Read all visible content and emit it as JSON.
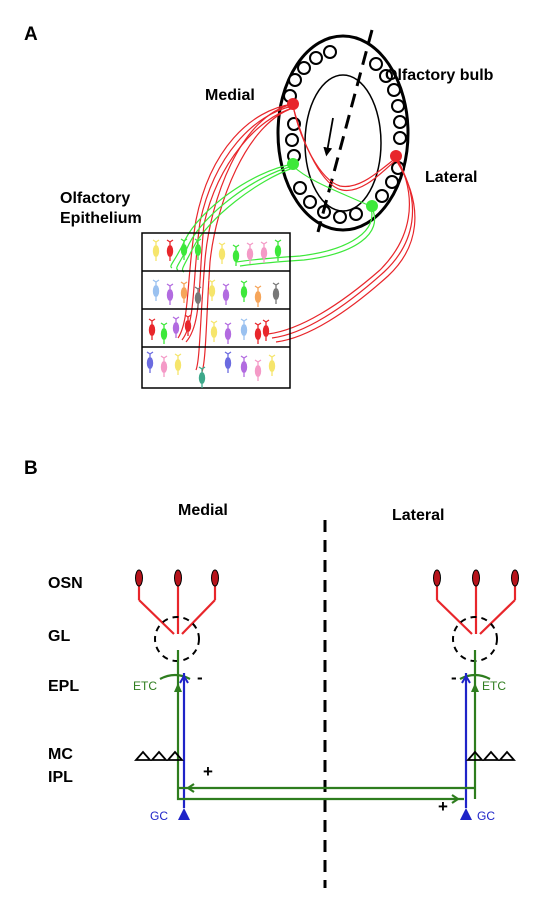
{
  "panelA": {
    "letter": "A",
    "bulb_label": "Olfactory bulb",
    "medial_label": "Medial",
    "lateral_label": "Lateral",
    "epithelium_label_1": "Olfactory",
    "epithelium_label_2": "Epithelium"
  },
  "panelB": {
    "letter": "B",
    "medial_label": "Medial",
    "lateral_label": "Lateral",
    "layers": {
      "osn": "OSN",
      "gl": "GL",
      "epl": "EPL",
      "mc": "MC",
      "ipl": "IPL"
    },
    "etc_left": "ETC",
    "etc_right": "ETC",
    "gc_left": "GC",
    "gc_right": "GC",
    "plus_left": "+",
    "plus_right": "+",
    "minus_left": "-",
    "minus_right": "-"
  },
  "colors": {
    "osn_red": "#e8262b",
    "etc_green": "#2e7d1e",
    "gc_blue": "#1f24c8",
    "bright_green": "#3de83a"
  }
}
